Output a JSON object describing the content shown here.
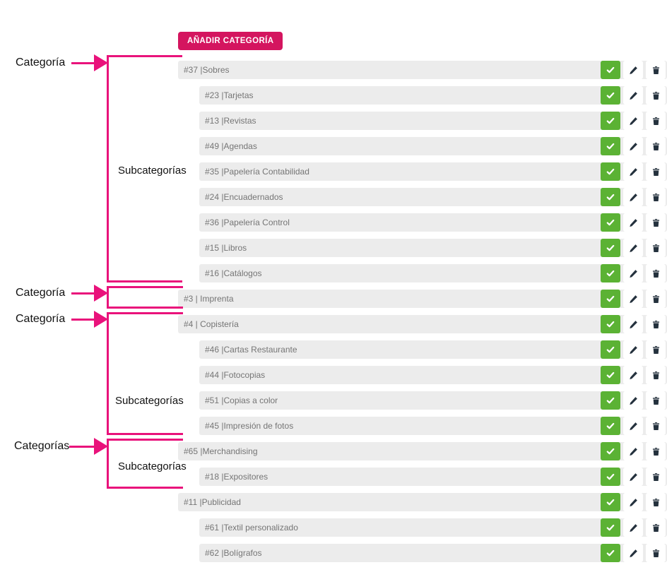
{
  "colors": {
    "accent_pink": "#d4155f",
    "annotation_pink": "#e9127b",
    "green": "#5bb234",
    "row_bg": "#ececec",
    "row_text": "#757575",
    "icon_dark": "#24313d"
  },
  "toolbar": {
    "add_category_label": "AÑADIR CATEGORÍA"
  },
  "annotations": {
    "category_1": "Categoría",
    "subcategories_1": "Subcategorías",
    "category_2": "Categoría",
    "category_3": "Categoría",
    "subcategories_2": "Subcategorías",
    "categories_4": "Categorías",
    "subcategories_3": "Subcategorías"
  },
  "row_actions": {
    "confirm_icon": "check-icon",
    "edit_icon": "pencil-icon",
    "delete_icon": "trash-icon"
  },
  "rows": [
    {
      "label": "#37 |Sobres",
      "level": "category"
    },
    {
      "label": "#23 |Tarjetas",
      "level": "subcategory"
    },
    {
      "label": "#13 |Revistas",
      "level": "subcategory"
    },
    {
      "label": "#49 |Agendas",
      "level": "subcategory"
    },
    {
      "label": "#35 |Papelería Contabilidad",
      "level": "subcategory"
    },
    {
      "label": "#24 |Encuadernados",
      "level": "subcategory"
    },
    {
      "label": "#36 |Papelería Control",
      "level": "subcategory"
    },
    {
      "label": "#15 |Libros",
      "level": "subcategory"
    },
    {
      "label": "#16 |Catálogos",
      "level": "subcategory"
    },
    {
      "label": "#3 | Imprenta",
      "level": "category"
    },
    {
      "label": "#4 | Copistería",
      "level": "category"
    },
    {
      "label": "#46 |Cartas Restaurante",
      "level": "subcategory"
    },
    {
      "label": "#44 |Fotocopias",
      "level": "subcategory"
    },
    {
      "label": "#51 |Copias a color",
      "level": "subcategory"
    },
    {
      "label": "#45 |Impresión de fotos",
      "level": "subcategory"
    },
    {
      "label": "#65 |Merchandising",
      "level": "category"
    },
    {
      "label": "#18 |Expositores",
      "level": "subcategory"
    },
    {
      "label": "#11 |Publicidad",
      "level": "category"
    },
    {
      "label": "#61 |Textil personalizado",
      "level": "subcategory"
    },
    {
      "label": "#62 |Bolígrafos",
      "level": "subcategory"
    }
  ]
}
